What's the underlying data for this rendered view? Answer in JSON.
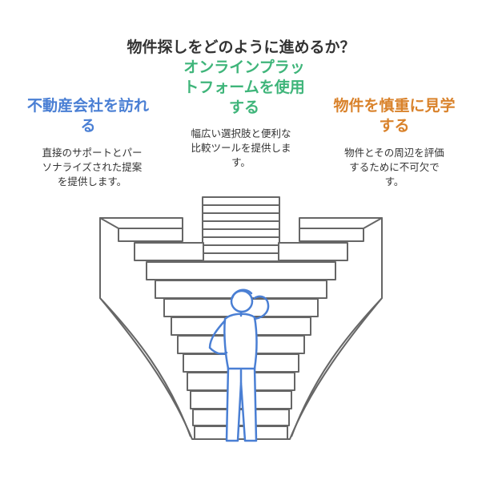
{
  "title": "物件探しをどのように進めるか？",
  "options": [
    {
      "id": "left",
      "title": "不動産会社を訪れる",
      "description": "直接のサポートとパーソナライズされた提案を提供します。",
      "color": "#4a7fd4"
    },
    {
      "id": "center",
      "title": "オンラインプラットフォームを使用する",
      "description": "幅広い選択肢と便利な比較ツールを提供します。",
      "color": "#3fb57a"
    },
    {
      "id": "right",
      "title": "物件を慎重に見学する",
      "description": "物件とその周辺を評価するために不可欠です。",
      "color": "#d9822b"
    }
  ],
  "text": {
    "left_title_l1": "不動産会社を訪れ",
    "left_title_l2": "る",
    "center_title_l1": "オンラインプラッ",
    "center_title_l2": "トフォームを使用",
    "center_title_l3": "する",
    "right_title_l1": "物件を慎重に見学",
    "right_title_l2": "する",
    "left_desc_l1": "直接のサポートとパー",
    "left_desc_l2": "ソナライズされた提案",
    "left_desc_l3": "を提供します。",
    "center_desc_l1": "幅広い選択肢と便利な",
    "center_desc_l2": "比較ツールを提供しま",
    "center_desc_l3": "す。",
    "right_desc_l1": "物件とその周辺を評価",
    "right_desc_l2": "するために不可欠で",
    "right_desc_l3": "す。"
  },
  "icons": {
    "figure": "person-thinking-icon",
    "stairs": "staircase-icon"
  }
}
